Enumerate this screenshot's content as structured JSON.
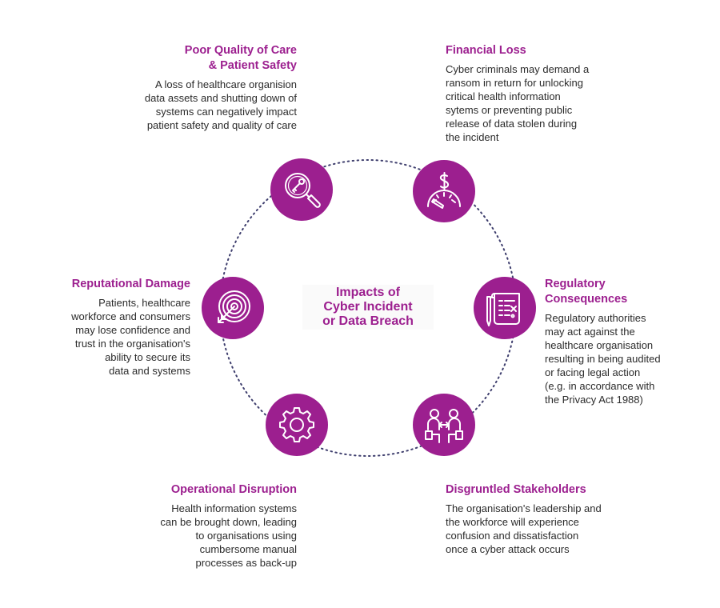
{
  "accent_color": "#9c1f8f",
  "center": {
    "lines": [
      "Impacts of",
      "Cyber Incident",
      "or Data Breach"
    ]
  },
  "impacts": [
    {
      "title_lines": [
        "Poor Quality of Care",
        "& Patient Safety"
      ],
      "desc_lines": [
        "A loss of healthcare organision",
        "data assets and shutting down of",
        "systems can negatively impact",
        "patient safety and quality of care"
      ],
      "icon": "magnifier-key-icon"
    },
    {
      "title_lines": [
        "Financial Loss"
      ],
      "desc_lines": [
        "Cyber criminals may demand a",
        "ransom in return for unlocking",
        "critical health information",
        "sytems or preventing public",
        "release of data stolen during",
        "the incident"
      ],
      "icon": "dollar-gauge-icon"
    },
    {
      "title_lines": [
        "Regulatory",
        "Consequences"
      ],
      "desc_lines": [
        "Regulatory authorities",
        "may act against the",
        "healthcare organisation",
        "resulting in being audited",
        "or facing legal action",
        "(e.g. in accordance with",
        "the Privacy Act 1988)"
      ],
      "icon": "legal-document-icon"
    },
    {
      "title_lines": [
        "Disgruntled Stakeholders"
      ],
      "desc_lines": [
        "The organisation's leadership and",
        "the workforce will experience",
        "confusion and dissatisfaction",
        "once a cyber attack occurs"
      ],
      "icon": "stakeholders-icon"
    },
    {
      "title_lines": [
        "Operational Disruption"
      ],
      "desc_lines": [
        "Health information systems",
        "can be brought down, leading",
        "to organisations using",
        "cumbersome manual",
        "processes as back-up"
      ],
      "icon": "gear-icon"
    },
    {
      "title_lines": [
        "Reputational Damage"
      ],
      "desc_lines": [
        "Patients, healthcare",
        "workforce and consumers",
        "may lose confidence and",
        "trust in the organisation's",
        "ability to secure its",
        "data and systems"
      ],
      "icon": "target-arrow-icon"
    }
  ]
}
